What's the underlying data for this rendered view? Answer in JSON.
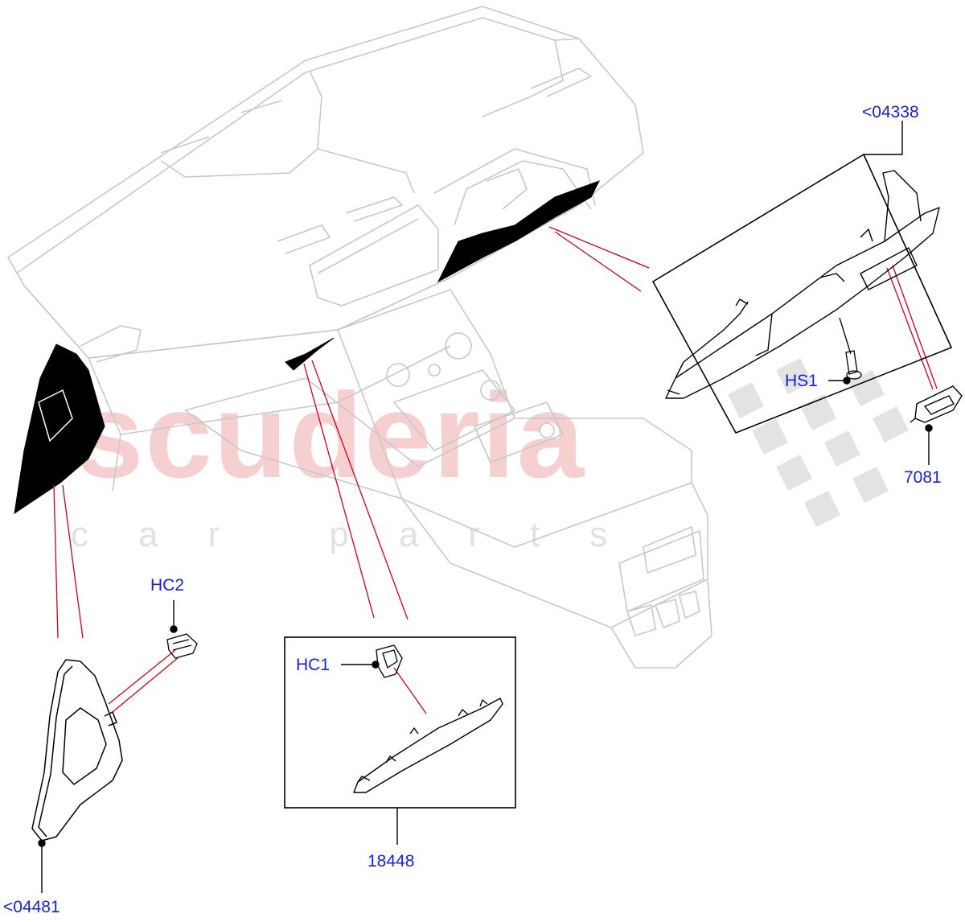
{
  "watermark": {
    "brand": "scuderia",
    "tagline": "car parts"
  },
  "callouts": {
    "c04338": "<04338",
    "hs1": "HS1",
    "c7081": "7081",
    "hc2": "HC2",
    "hc1": "HC1",
    "c18448": "18448",
    "c04481": "<04481"
  },
  "colors": {
    "callout_text": "#1a22d6",
    "leader_red": "#d0021b",
    "outline": "#000000",
    "ghost_line": "#c8c8c8"
  }
}
